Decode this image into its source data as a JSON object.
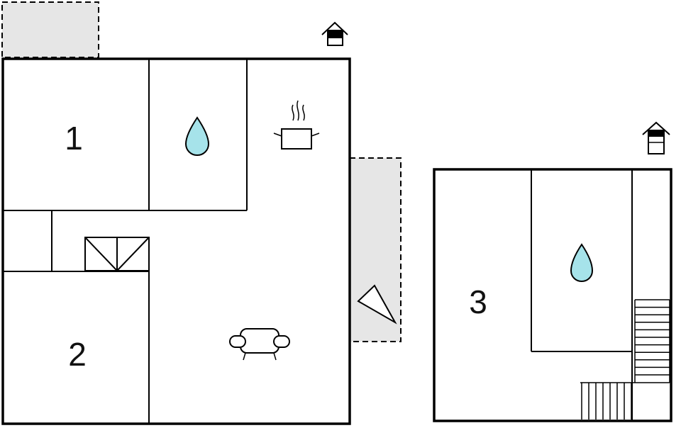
{
  "floor_plan": {
    "rooms": [
      {
        "label": "1",
        "type": "bedroom"
      },
      {
        "label": "2",
        "type": "bedroom"
      },
      {
        "label": "3",
        "type": "bedroom"
      }
    ],
    "icons": [
      "house-floor-icon",
      "bathroom-water-drop-icon",
      "kitchen-pot-icon",
      "staircase-icon",
      "living-room-sofa-icon",
      "terrace-view-icon"
    ],
    "colors": {
      "wall": "#000000",
      "terrace": "#e6e6e6",
      "water_drop": "#a6e3ea",
      "background": "#ffffff"
    }
  }
}
